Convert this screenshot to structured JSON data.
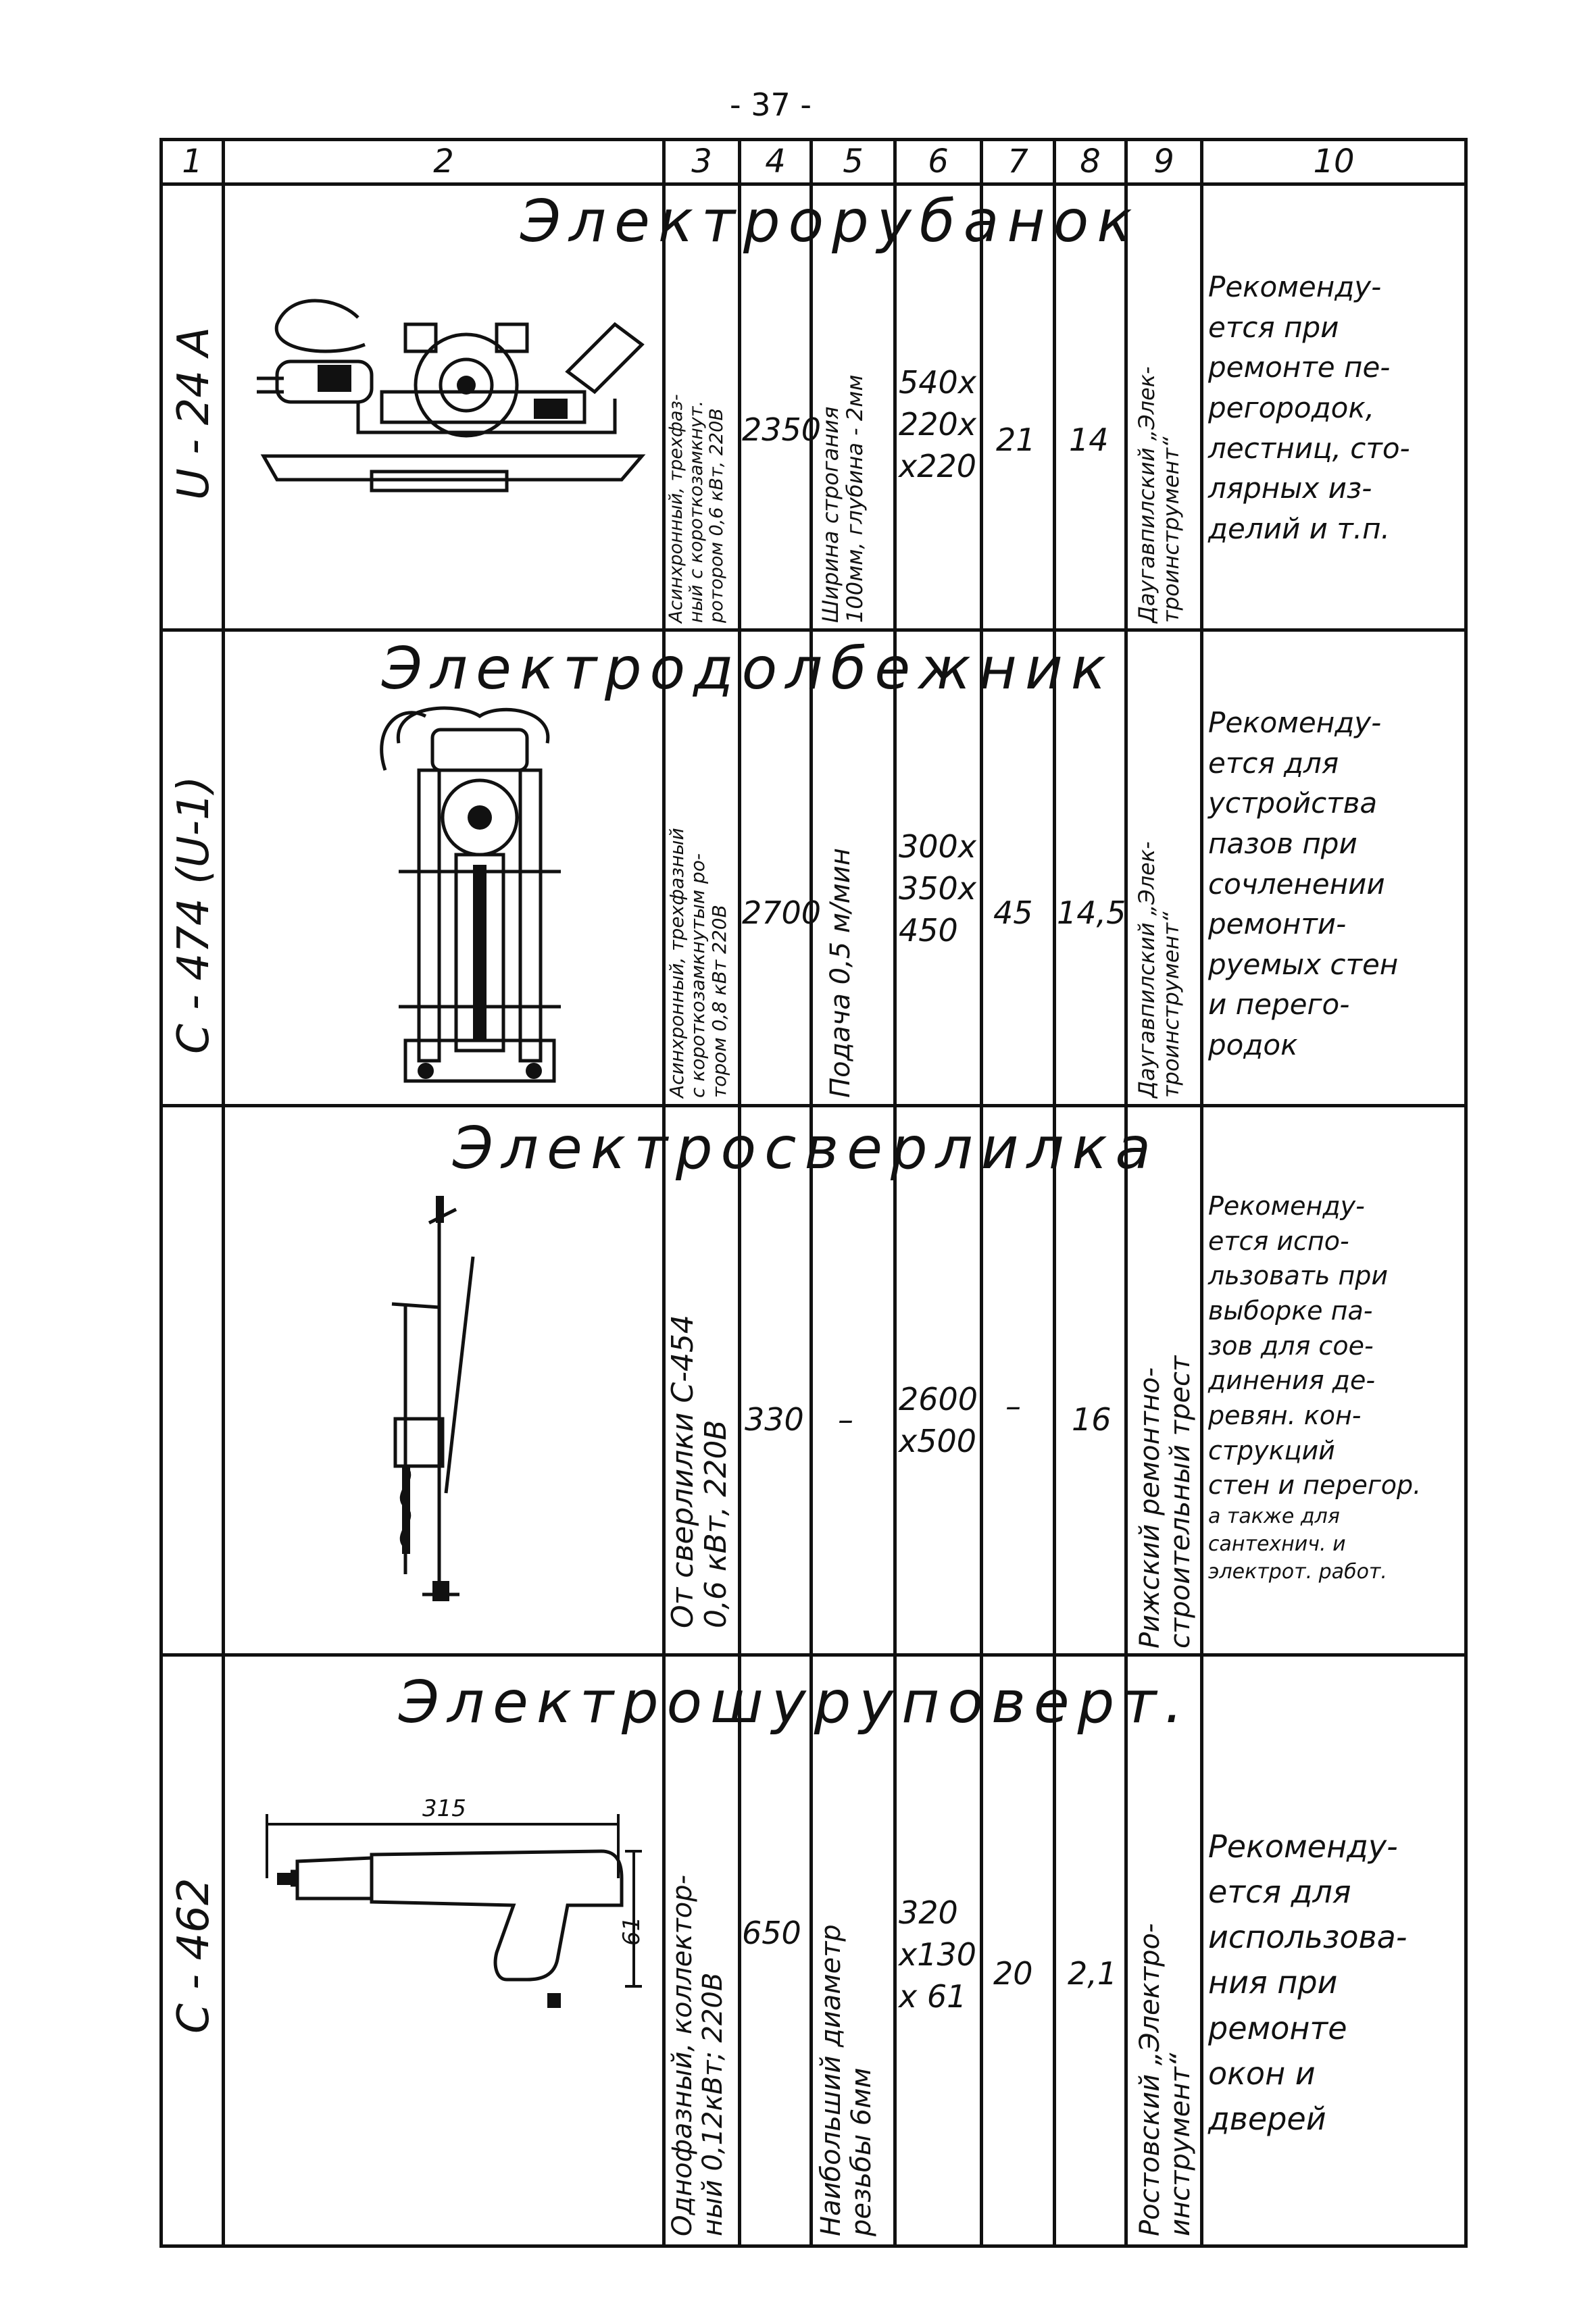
{
  "page_number": "- 37 -",
  "columns": [
    "1",
    "2",
    "3",
    "4",
    "5",
    "6",
    "7",
    "8",
    "9",
    "10"
  ],
  "rows": [
    {
      "mark": "U - 24 A",
      "title": "Электрорубанок",
      "motor_lines": [
        "Асинхронный, трехфаз-",
        "ный с короткозамкнут.",
        "ротором 0,6 кВт, 220В"
      ],
      "mass": "2350",
      "params_lines": [
        "Ширина строгания",
        "100мм, глубина - 2мм"
      ],
      "dims_lines": [
        "540х",
        "220х",
        "х220"
      ],
      "col7": "21",
      "col8": "14",
      "maker_lines": [
        "Даугавпилский „Элек-",
        "троинструмент“"
      ],
      "note_lines": [
        "Рекоменду-",
        "ется при",
        "ремонте пе-",
        "регородок,",
        "лестниц, сто-",
        "лярных из-",
        "делий и т.п."
      ]
    },
    {
      "mark": "С - 474 (U-1)",
      "title": "Электродолбежник",
      "motor_lines": [
        "Асинхронный, трехфазный",
        "с короткозамкнутым ро-",
        "тором 0,8 кВт 220В"
      ],
      "mass": "2700",
      "params_lines": [
        "Подача 0,5 м/мин"
      ],
      "dims_lines": [
        "300х",
        "350х",
        "450"
      ],
      "col7": "45",
      "col8": "14,5",
      "maker_lines": [
        "Даугавпилский „Элек-",
        "троинструмент“"
      ],
      "note_lines": [
        "Рекоменду-",
        "ется для",
        "устройства",
        "пазов при",
        "сочленении",
        "ремонти-",
        "руемых стен",
        "и перего-",
        "родок"
      ]
    },
    {
      "mark": "",
      "title": "Электросверлилка",
      "motor_lines": [
        "От сверлилки С-454",
        "0,6 кВт, 220В"
      ],
      "mass": "330",
      "params_lines": [
        "–"
      ],
      "dims_lines": [
        "2600",
        "х500"
      ],
      "col7": "–",
      "col8": "16",
      "maker_lines": [
        "Рижский ремонтно-",
        "строительный трест"
      ],
      "note_lines": [
        "Рекоменду-",
        "ется испо-",
        "льзовать при",
        "выборке па-",
        "зов для сое-",
        "динения де-",
        "ревян. кон-",
        "струкций",
        "стен и перегор.",
        "а также для",
        "сантехнич. и",
        "электрот. работ."
      ]
    },
    {
      "mark": "С - 462",
      "title": "Электрошуруповерт.",
      "motor_lines": [
        "Однофазный, коллектор-",
        "ный 0,12кВт; 220В"
      ],
      "mass": "650",
      "params_lines": [
        "Наибольший диаметр",
        "резьбы 6мм"
      ],
      "dims_lines": [
        "320",
        "х130",
        "х 61"
      ],
      "col7": "20",
      "col8": "2,1",
      "maker_lines": [
        "Ростовский „Электро-",
        "инструмент“"
      ],
      "note_lines": [
        "Рекоменду-",
        "ется для",
        "использова-",
        "ния при",
        "ремонте",
        "окон и",
        "дверей"
      ],
      "dim_labels": {
        "length": "315",
        "height": "61"
      }
    }
  ]
}
